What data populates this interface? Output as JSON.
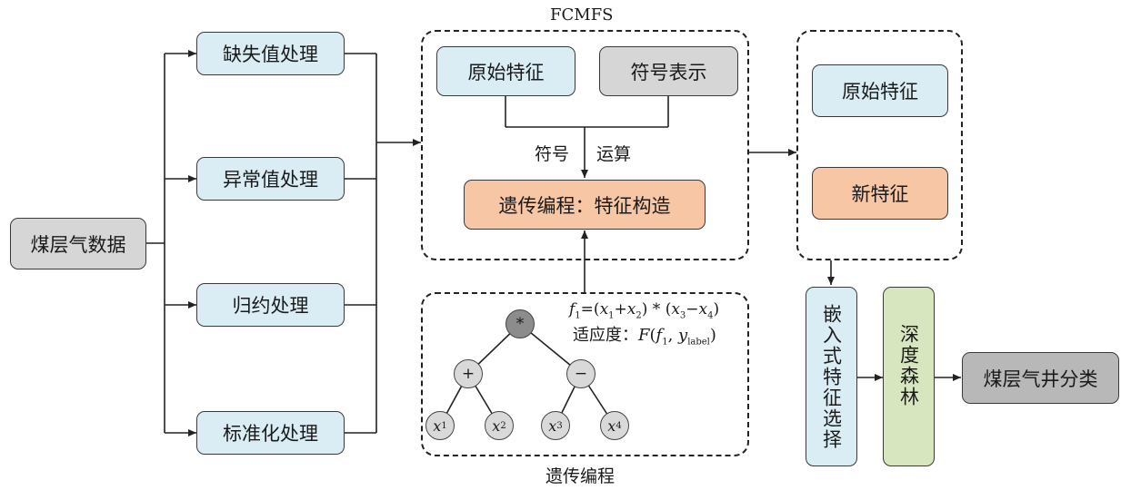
{
  "colors": {
    "light_blue": "#daedf4",
    "light_gray": "#d6d6d6",
    "orange": "#f7c6a4",
    "green": "#d8e6bf",
    "dark_gray": "#b8b8b8"
  },
  "input": {
    "label": "煤层气数据"
  },
  "preprocess": [
    {
      "label": "缺失值处理"
    },
    {
      "label": "异常值处理"
    },
    {
      "label": "归约处理"
    },
    {
      "label": "标准化处理"
    }
  ],
  "fcmfs": {
    "title": "FCMFS",
    "original_feature": "原始特征",
    "symbol_repr": "符号表示",
    "op_symbol": "符号",
    "op_calc": "运算",
    "gp_construct": "遗传编程：特征构造"
  },
  "gp": {
    "caption": "遗传编程",
    "formula": {
      "f": "f",
      "f_sub": "1",
      "eq": "=(",
      "x1": "x",
      "x1_sub": "1",
      "plus": "+",
      "x2": "x",
      "x2_sub": "2",
      "mid": ") * (",
      "x3": "x",
      "x3_sub": "3",
      "minus": "−",
      "x4": "x",
      "x4_sub": "4",
      "end": ")"
    },
    "fitness": {
      "prefix": "适应度：",
      "F": "F",
      "open": "(",
      "f": "f",
      "f_sub": "1",
      "comma": ", ",
      "y": "y",
      "y_sub": "label",
      "close": ")"
    },
    "tree": {
      "root": "*",
      "left_op": "+",
      "right_op": "−",
      "leaves": [
        {
          "var": "x",
          "sub": "1"
        },
        {
          "var": "x",
          "sub": "2"
        },
        {
          "var": "x",
          "sub": "3"
        },
        {
          "var": "x",
          "sub": "4"
        }
      ]
    }
  },
  "features": {
    "original": "原始特征",
    "new": "新特征"
  },
  "embedded_selection": "嵌入式特征选择",
  "deep_forest": "深度森林",
  "output": "煤层气井分类"
}
